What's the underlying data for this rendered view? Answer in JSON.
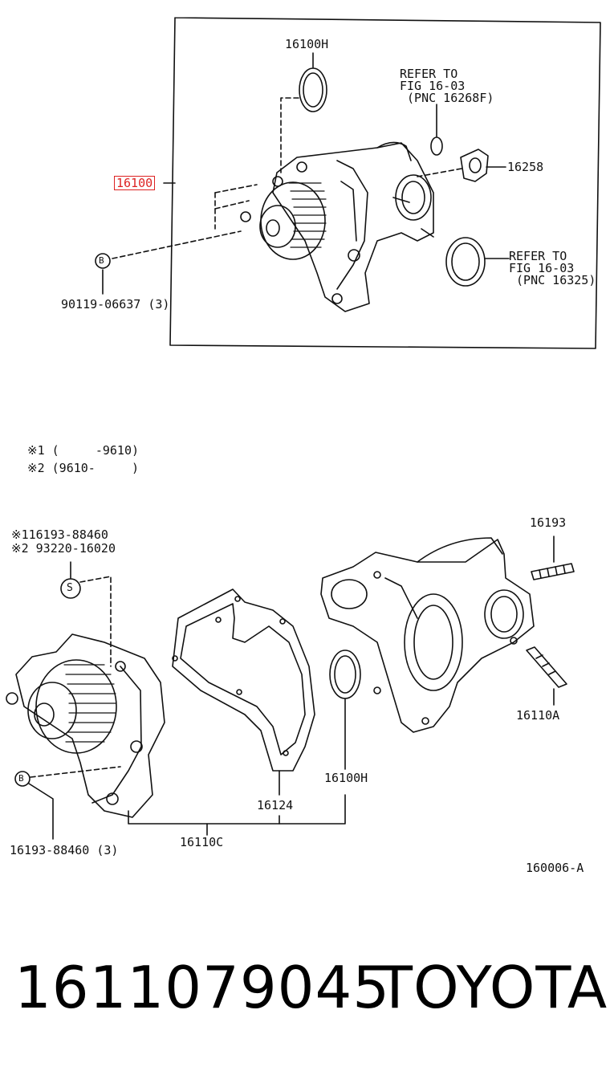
{
  "top_section": {
    "callout_main": "16100",
    "label_oring": "16100H",
    "refer1": [
      "REFER TO",
      "FIG 16-03",
      " (PNC 16268F)"
    ],
    "label_gasket": "16258",
    "refer2": [
      "REFER TO",
      "FIG 16-03",
      " (PNC 16325)"
    ],
    "bolt_symbol": "B",
    "label_bolt": "90119-06637 (3)"
  },
  "notes": {
    "note1": "※1 (     -9610)",
    "note2": "※2 (9610-     )"
  },
  "bottom_section": {
    "s_line1": "※116193-88460",
    "s_line2": "※2 93220-16020",
    "s_symbol": "S",
    "label_16193": "16193",
    "label_16110A": "16110A",
    "label_16100H": "16100H",
    "label_16124": "16124",
    "label_16110C": "16110C",
    "b_symbol": "B",
    "label_bolt": "16193-88460 (3)",
    "ref_code": "160006-A"
  },
  "footer": {
    "part_number": "1611079045",
    "brand": "TOYOTA"
  }
}
